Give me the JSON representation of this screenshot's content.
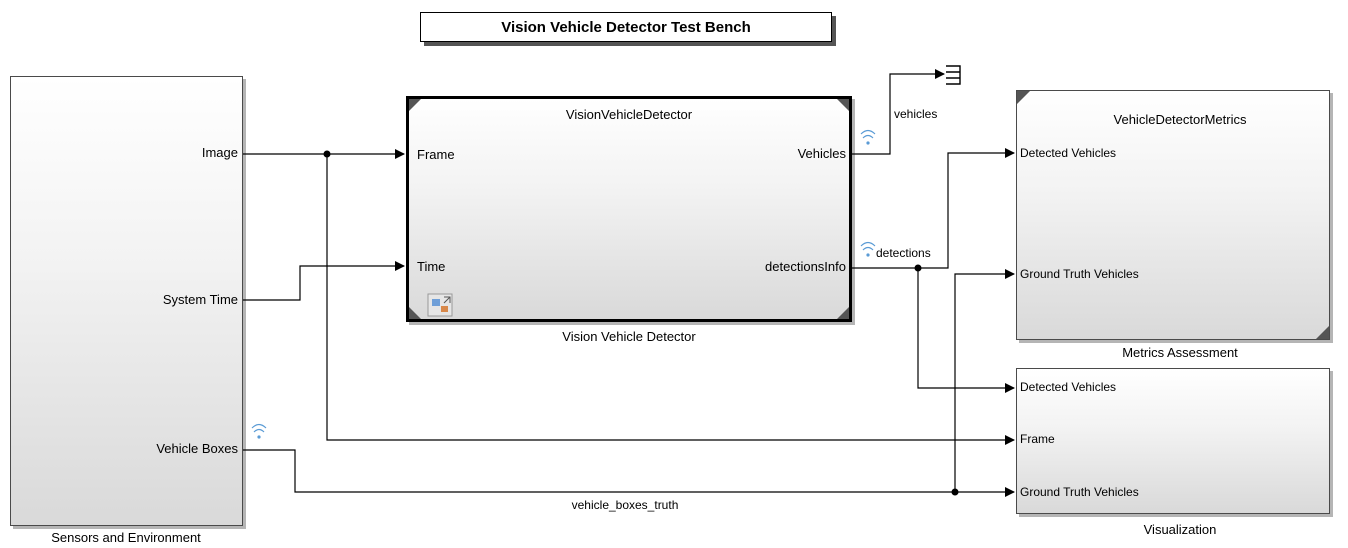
{
  "title": "Vision Vehicle Detector Test Bench",
  "blocks": {
    "sensors": {
      "name": "Sensors and Environment",
      "outputs": [
        "Image",
        "System Time",
        "Vehicle Boxes"
      ]
    },
    "detector": {
      "header": "VisionVehicleDetector",
      "name": "Vision Vehicle Detector",
      "inputs": [
        "Frame",
        "Time"
      ],
      "outputs": [
        "Vehicles",
        "detectionsInfo"
      ]
    },
    "metrics": {
      "header": "VehicleDetectorMetrics",
      "name": "Metrics Assessment",
      "inputs": [
        "Detected Vehicles",
        "Ground Truth Vehicles"
      ]
    },
    "visualization": {
      "name": "Visualization",
      "inputs": [
        "Detected Vehicles",
        "Frame",
        "Ground Truth Vehicles"
      ]
    }
  },
  "signals": {
    "vehicles": "vehicles",
    "detections": "detections",
    "vehicle_boxes_truth": "vehicle_boxes_truth"
  },
  "colors": {
    "wire": "#000000",
    "log_icon": "#5a9bd5",
    "block_border": "#4a4a4a"
  },
  "icons": [
    "signal-log-icon",
    "terminator-icon",
    "model-reference-icon"
  ]
}
